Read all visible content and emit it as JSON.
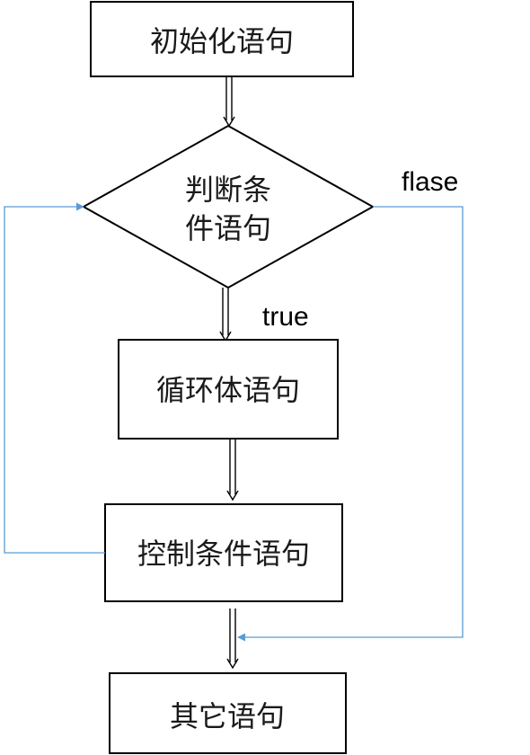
{
  "diagram": {
    "nodes": {
      "init": {
        "label": "初始化语句"
      },
      "condition": {
        "lines": [
          "判断条",
          "件语句"
        ]
      },
      "body": {
        "label": "循环体语句"
      },
      "control": {
        "label": "控制条件语句"
      },
      "other": {
        "label": "其它语句"
      }
    },
    "edges": {
      "true_label": "true",
      "false_label": "flase"
    },
    "colors": {
      "node_stroke": "#000000",
      "main_arrow": "#000000",
      "loop_arrow": "#5b9bd5"
    }
  }
}
